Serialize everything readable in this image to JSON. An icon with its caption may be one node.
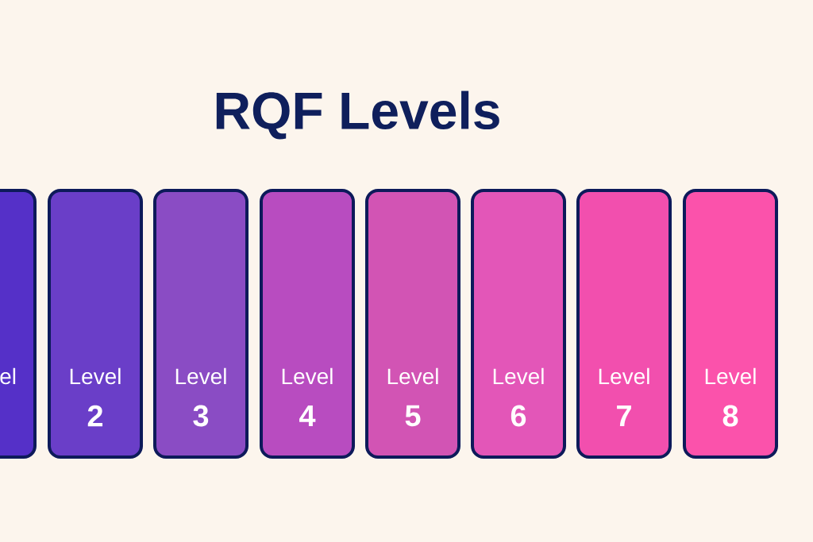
{
  "diagram": {
    "title": "RQF Levels",
    "nodes": [
      {
        "text": [
          "el"
        ]
      },
      {
        "text": [
          "Level",
          "2"
        ]
      },
      {
        "text": [
          "Level",
          "3"
        ]
      },
      {
        "text": [
          "Level",
          "4"
        ]
      },
      {
        "text": [
          "Level",
          "5"
        ]
      },
      {
        "text": [
          "Level",
          "6"
        ]
      },
      {
        "text": [
          "Level",
          "7"
        ]
      },
      {
        "text": [
          "Level",
          "8"
        ]
      }
    ]
  }
}
